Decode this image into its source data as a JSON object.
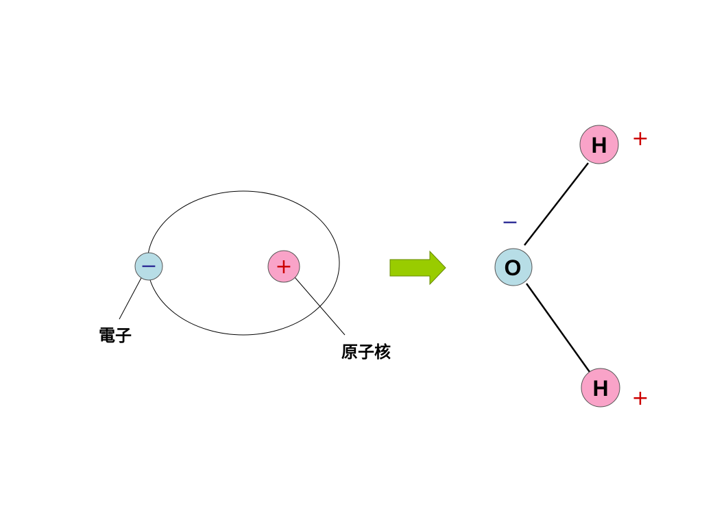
{
  "atom_model": {
    "electron_sign": "−",
    "nucleus_sign": "+",
    "electron_label": "電子",
    "nucleus_label": "原子核"
  },
  "molecule": {
    "oxygen_symbol": "O",
    "oxygen_charge": "−",
    "hydrogen_top_symbol": "H",
    "hydrogen_top_charge": "+",
    "hydrogen_bottom_symbol": "H",
    "hydrogen_bottom_charge": "+"
  },
  "colors": {
    "electron_fill": "#b7dde6",
    "nucleus_fill": "#f9a3c8",
    "hydrogen_fill": "#f9a3c8",
    "oxygen_fill": "#b7dde6",
    "positive_sign": "#cc0000",
    "negative_sign": "#333399",
    "arrow_fill": "#99cc00"
  }
}
